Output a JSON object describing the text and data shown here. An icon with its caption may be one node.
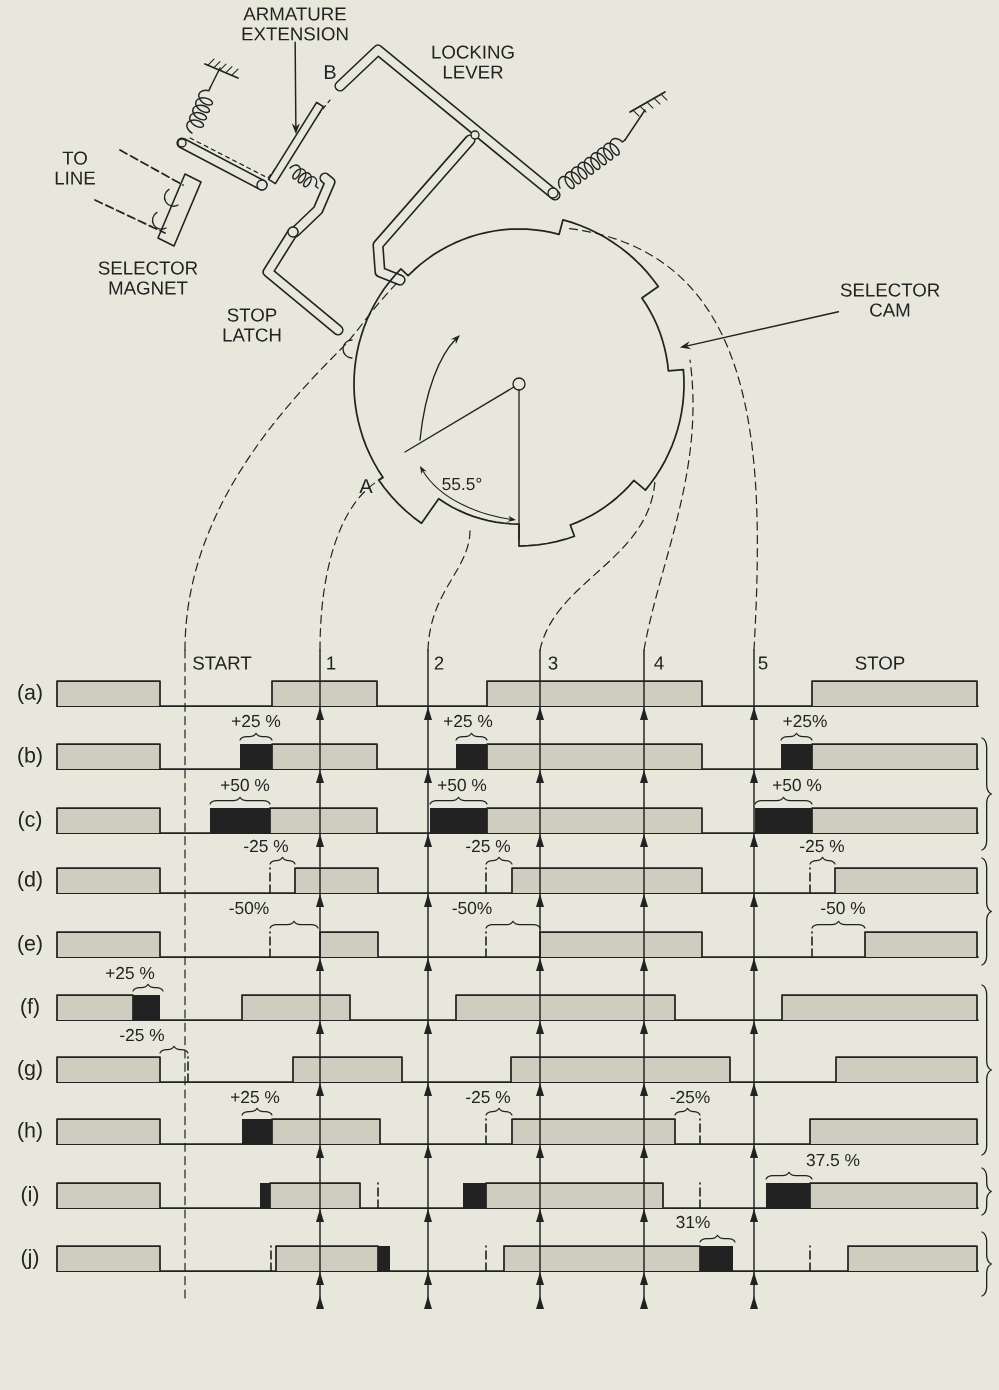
{
  "diagram": {
    "nodes": [
      {
        "text": [
          "ARMATURE EXTENSION"
        ]
      },
      {
        "text": [],
        "shape": "picture"
      },
      {
        "text": [
          "SELECTOR CAM"
        ]
      },
      {
        "text": [],
        "shape": "picture"
      }
    ],
    "edges": [
      {
        "from": 0,
        "to": 1,
        "arrow": "to"
      },
      {
        "from": 2,
        "to": 3,
        "arrow": "to"
      }
    ],
    "labels": [
      "LOCKING LEVER",
      "B",
      "TO LINE",
      "SELECTOR MAGNET",
      "STOP LATCH",
      "A",
      "55.5°",
      "START",
      "1",
      "2",
      "3",
      "4",
      "5",
      "STOP",
      "(a)",
      "+25 %",
      "+25 %",
      "+25%",
      "(b)",
      "+50 %",
      "+50 %",
      "+50 %",
      "(c)",
      "-25 %",
      "-25 %",
      "-25 %",
      "(d)",
      "-50%",
      "-50%",
      "-50 %",
      "(e)",
      "+25 %",
      "(f)",
      "-25 %",
      "(g)",
      "+25 %",
      "-25 %",
      "-25%",
      "(h)",
      "37.5 %",
      "(i)",
      "31%",
      "(j)"
    ]
  }
}
